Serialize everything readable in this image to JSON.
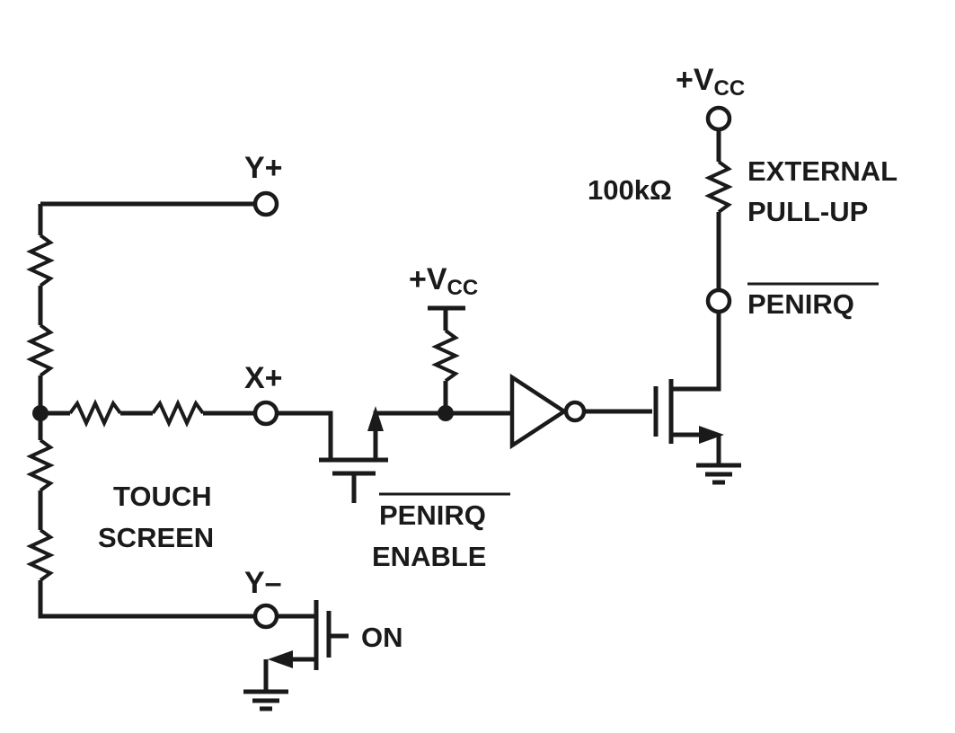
{
  "labels": {
    "y_plus": "Y+",
    "x_plus": "X+",
    "y_minus": "Y–",
    "touch": "TOUCH",
    "screen": "SCREEN",
    "vcc_plus_v": "+V",
    "vcc_sub": "CC",
    "resistor_value": "100kΩ",
    "external": "EXTERNAL",
    "pull_up": "PULL-UP",
    "penirq": "PENIRQ",
    "penirq_enable_top": "PENIRQ",
    "penirq_enable_bottom": "ENABLE",
    "on": "ON"
  }
}
